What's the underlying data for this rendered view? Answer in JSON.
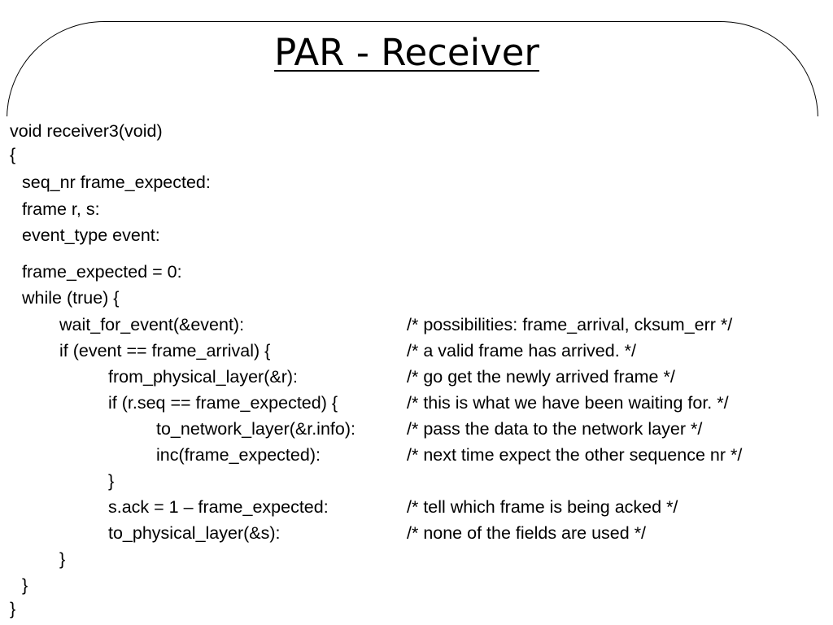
{
  "slide": {
    "title": "PAR - Receiver"
  },
  "code": {
    "lines": [
      "void receiver3(void)",
      "{",
      "seq_nr frame_expected:",
      "frame r, s:",
      "event_type event:",
      "frame_expected = 0:",
      "while (true) {",
      "wait_for_event(&event):",
      "if (event == frame_arrival) {",
      "from_physical_layer(&r):",
      "if (r.seq == frame_expected) {",
      "to_network_layer(&r.info):",
      "inc(frame_expected):",
      "}",
      "s.ack = 1 – frame_expected:",
      "to_physical_layer(&s):",
      "}",
      "}",
      "}"
    ],
    "comments": [
      "/* possibilities: frame_arrival, cksum_err */",
      "/* a valid frame has arrived. */",
      "/* go get the newly arrived frame */",
      "/* this is what we have been waiting for. */",
      "/* pass the data to the network layer */",
      "/* next time expect the other sequence nr */",
      "/* tell which frame is being acked */",
      "/* none of the fields are used */"
    ]
  }
}
